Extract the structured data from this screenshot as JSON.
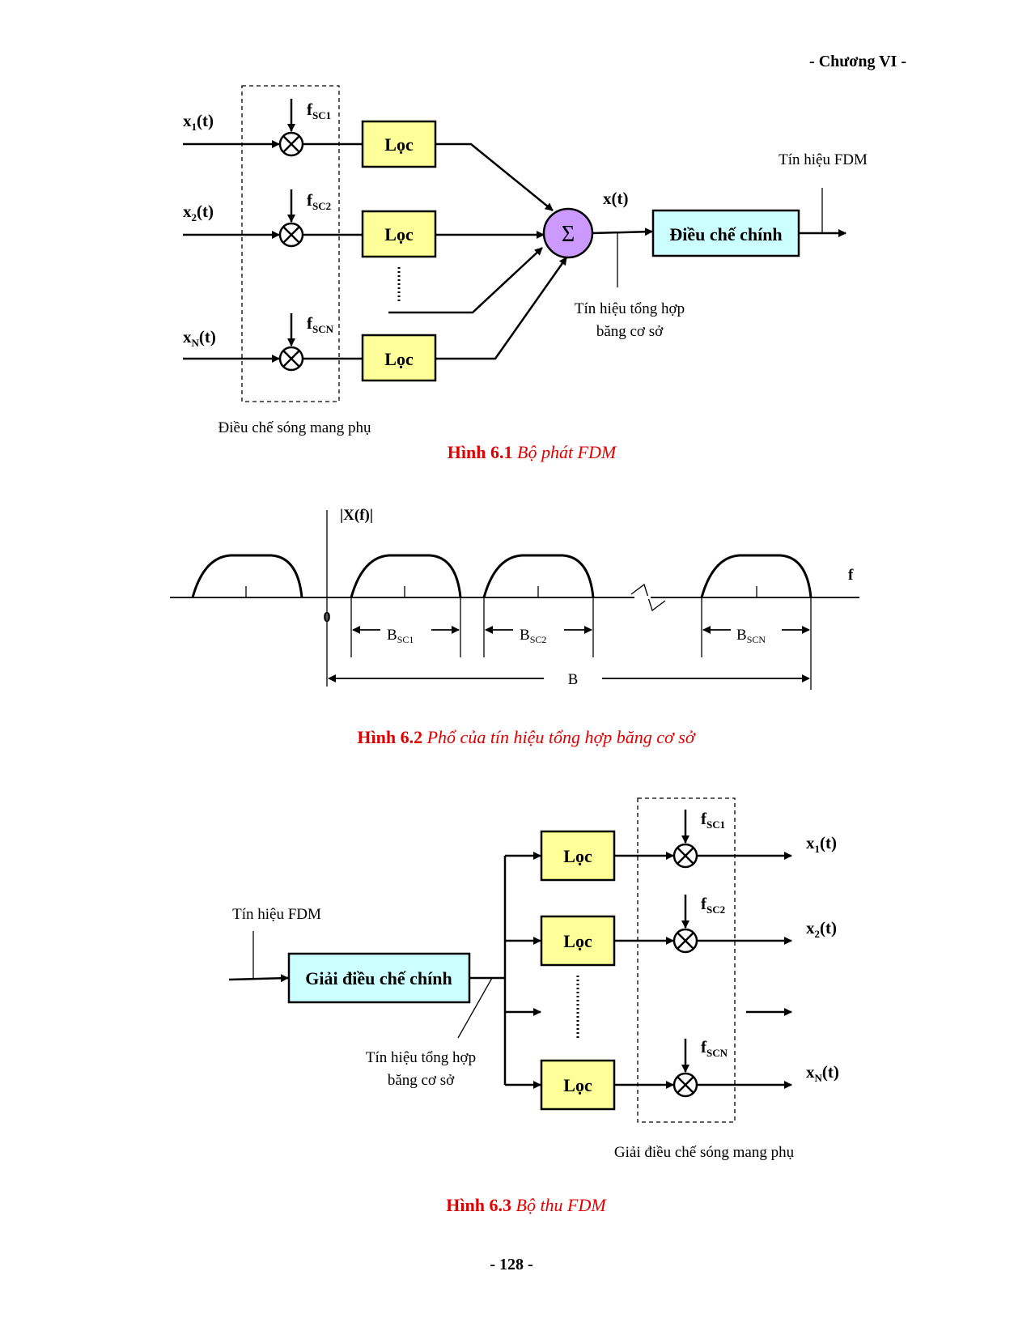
{
  "header": {
    "chapter": "- Chương VI -"
  },
  "footer": {
    "page": "- 128 -"
  },
  "colors": {
    "filter_box": "#ffff99",
    "sum_circle": "#cc99ff",
    "mod_box": "#ccffff",
    "caption": "#e00000"
  },
  "fig1": {
    "x1": "x",
    "x1_sub": "1",
    "xN_sub": "N",
    "x2_sub": "2",
    "t_suffix": "(t)",
    "f": "f",
    "sc1": "SC1",
    "sc2": "SC2",
    "scn": "SCN",
    "filter": "Lọc",
    "sigma": "Σ",
    "xt": "x(t)",
    "main_mod": "Điều chế chính",
    "fdm_signal": "Tín hiệu FDM",
    "baseband_line1": "Tín hiệu tổng hợp",
    "baseband_line2": "băng cơ sở",
    "subcarrier_mod": "Điều chế sóng mang phụ",
    "caption_num": "Hình 6.1",
    "caption_text": "Bộ phát FDM"
  },
  "fig2": {
    "ylabel": "|X(f)|",
    "xlabel": "f",
    "zero": "0",
    "B": "B",
    "b_letter": "B",
    "bsc1": "SC1",
    "bsc2": "SC2",
    "bscn": "SCN",
    "caption_num": "Hình 6.2",
    "caption_text": "Phổ của tín hiệu tổng hợp băng cơ sở"
  },
  "fig3": {
    "fdm_signal": "Tín hiệu FDM",
    "main_demod": "Giải điều chế chính",
    "filter": "Lọc",
    "baseband_line1": "Tín hiệu tổng hợp",
    "baseband_line2": "băng cơ sở",
    "subcarrier_demod": "Giải điều chế sóng mang phụ",
    "caption_num": "Hình 6.3",
    "caption_text": "Bộ thu FDM"
  }
}
